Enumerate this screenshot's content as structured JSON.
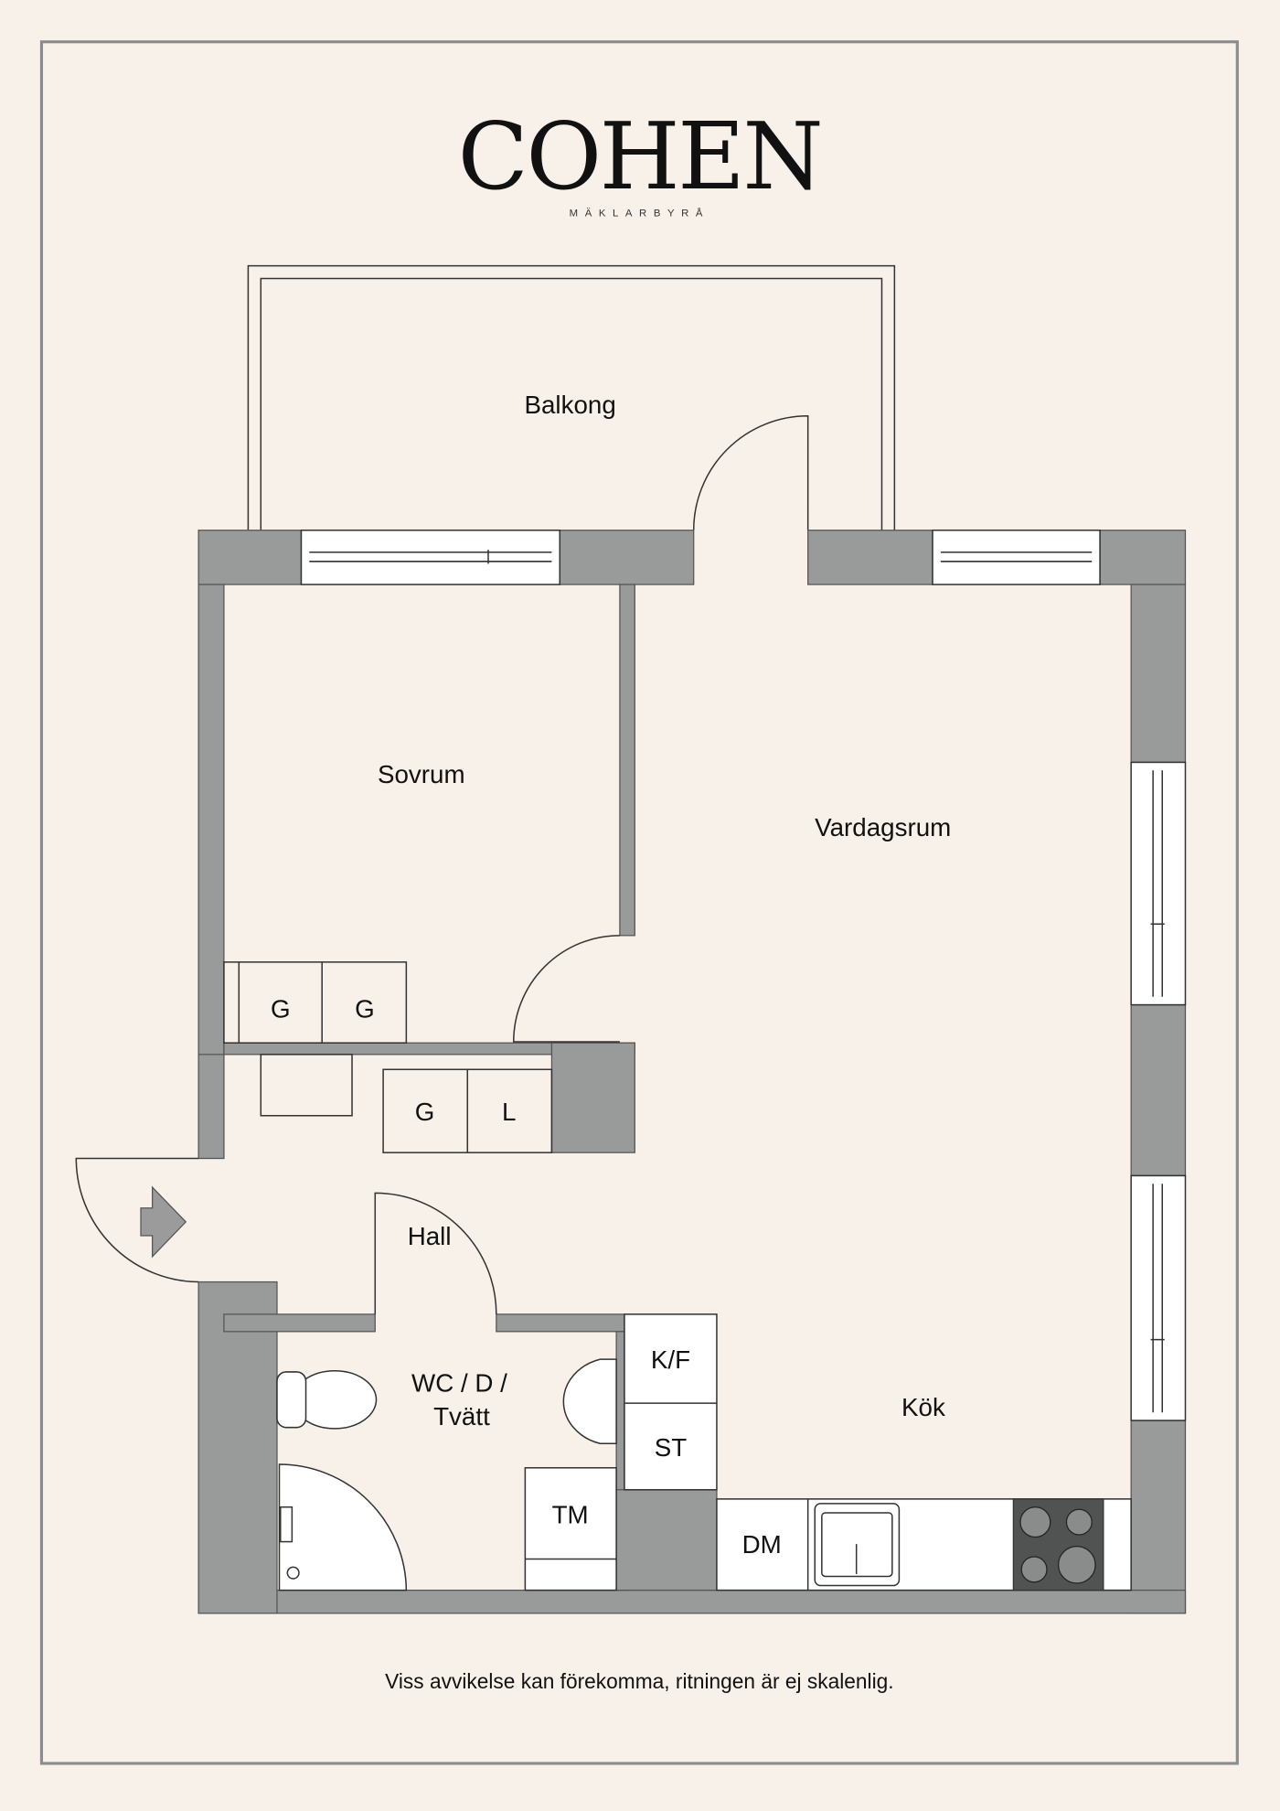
{
  "brand": {
    "name": "COHEN",
    "subtitle": "MÄKLARBYRÅ"
  },
  "rooms": {
    "balcony": "Balkong",
    "bedroom": "Sovrum",
    "living": "Vardagsrum",
    "hall": "Hall",
    "bath_line1": "WC / D /",
    "bath_line2": "Tvätt",
    "kitchen": "Kök"
  },
  "fixtures": {
    "wardrobe": "G",
    "linen": "L",
    "fridge_freezer": "K/F",
    "tall_cabinet": "ST",
    "washer": "TM",
    "dishwasher": "DM"
  },
  "disclaimer": "Viss avvikelse kan förekomma, ritningen är ej skalenlig.",
  "colors": {
    "background": "#f7f1e9",
    "wall": "#989b9a",
    "frame": "#8c8c8c"
  }
}
